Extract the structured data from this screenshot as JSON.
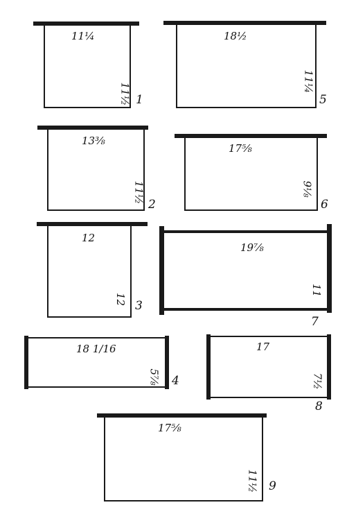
{
  "pieces": [
    {
      "number": "1",
      "top_dim": "11¼",
      "side_dim": "11½"
    },
    {
      "number": "2",
      "top_dim": "13⅜",
      "side_dim": "11½"
    },
    {
      "number": "3",
      "top_dim": "12",
      "side_dim": "12"
    },
    {
      "number": "4",
      "top_dim": "18 1/16",
      "side_dim": "5⅞"
    },
    {
      "number": "5",
      "top_dim": "18½",
      "side_dim": "11¼"
    },
    {
      "number": "6",
      "top_dim": "17⅝",
      "side_dim": "9⅛"
    },
    {
      "number": "7",
      "top_dim": "19⅞",
      "side_dim": "11"
    },
    {
      "number": "8",
      "top_dim": "17",
      "side_dim": "7½"
    },
    {
      "number": "9",
      "top_dim": "17⅝",
      "side_dim": "11½"
    }
  ]
}
